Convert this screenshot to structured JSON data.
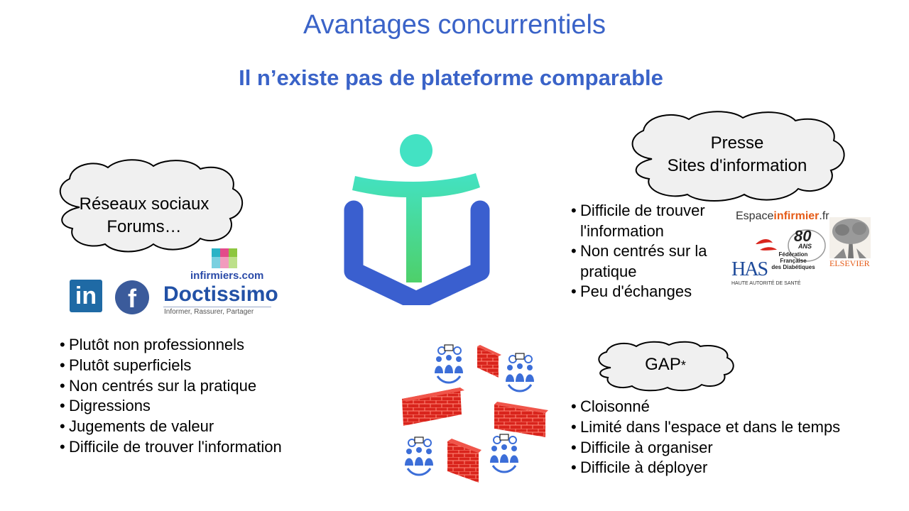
{
  "header": {
    "title": "Avantages concurrentiels",
    "subtitle": "Il n’existe pas de plateforme comparable"
  },
  "left_cloud": {
    "line1": "Réseaux sociaux",
    "line2": "Forums…"
  },
  "right_cloud": {
    "line1": "Presse",
    "line2": "Sites d'information"
  },
  "gap_cloud": {
    "label": "GAP",
    "marker": "*"
  },
  "left_logos": {
    "infirmiers": "infirmiers.com",
    "linkedin": "in",
    "facebook": "f",
    "doctissimo": "Doctissimo",
    "doctissimo_tagline": "Informer, Rassurer, Partager"
  },
  "right_logos": {
    "espace_a": "Espace",
    "espace_b": "infirmier",
    "espace_c": ".fr",
    "ffd_number": "80",
    "ffd_ans": "ANS",
    "ffd_line1": "Fédération Française",
    "ffd_line2": "des Diabétiques",
    "has": "HAS",
    "has_full": "HAUTE AUTORITÉ DE SANTÉ",
    "elsevier": "ELSEVIER"
  },
  "left_bullets": [
    "Plutôt non professionnels",
    "Plutôt superficiels",
    "Non centrés sur la pratique",
    "Digressions",
    "Jugements de valeur",
    "Difficile de trouver l'information"
  ],
  "right_bullets": [
    "Difficile de trouver",
    "l'information",
    "Non centrés sur la",
    "pratique",
    "Peu d'échanges"
  ],
  "gap_bullets": [
    "Cloisonné",
    "Limité dans l'espace et dans le temps",
    "Difficile à organiser",
    "Difficile à déployer"
  ],
  "colors": {
    "title": "#3a63c8",
    "logo_blue": "#3a5fcf",
    "logo_teal": "#43e2c3",
    "logo_green": "#4ed06a",
    "brick": "#d9241c",
    "cloud_fill": "#f0f0f0",
    "icons_blue": "#3c6ed8"
  },
  "icons": {
    "center_logo": "platform-logo-icon",
    "group": "team-meeting-icon",
    "wall": "brick-wall-icon"
  }
}
